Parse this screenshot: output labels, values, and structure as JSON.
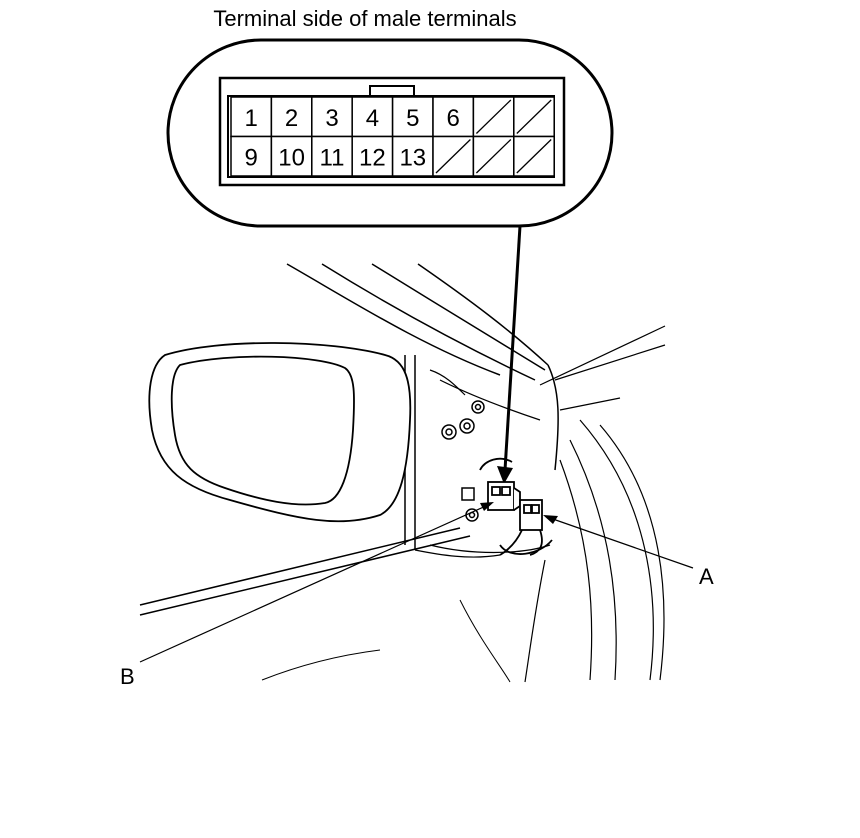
{
  "caption": "Terminal side of male terminals",
  "connector": {
    "row1": [
      "1",
      "2",
      "3",
      "4",
      "5",
      "6",
      "",
      ""
    ],
    "row2": [
      "9",
      "10",
      "11",
      "12",
      "13",
      "",
      "",
      ""
    ]
  },
  "callouts": {
    "a": "A",
    "b": "B"
  }
}
